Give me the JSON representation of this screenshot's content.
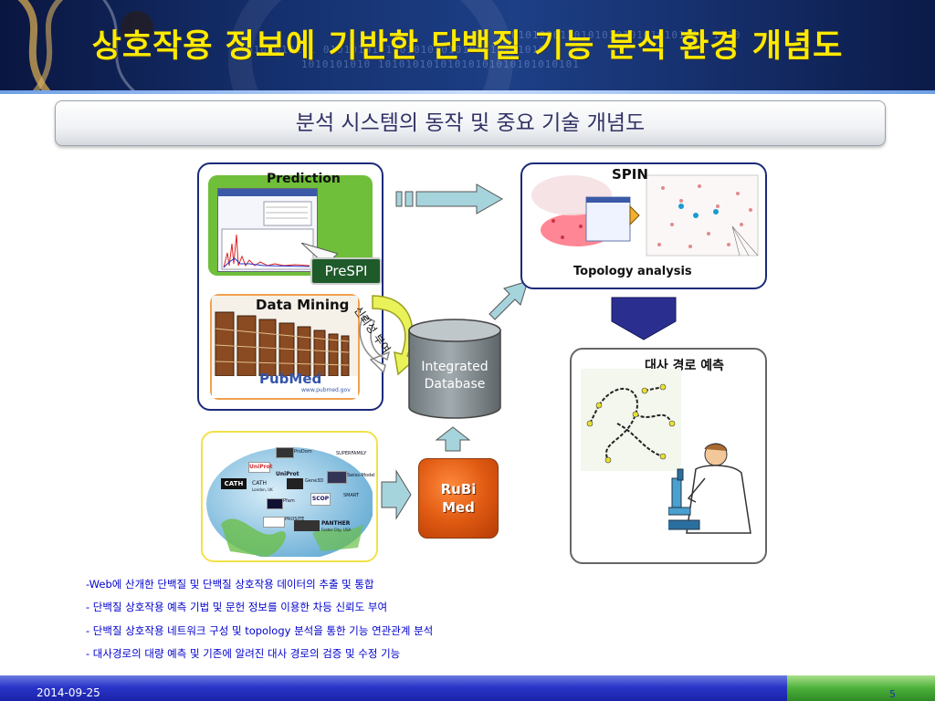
{
  "title": "상호작용 정보에 기반한 단백질 기능 분석 환경 개념도",
  "subtitle": "분석 시스템의 동작 및 중요 기술 개념도",
  "diagram": {
    "prediction_label": "Prediction",
    "prespi_label": "PreSPI",
    "datamining_label": "Data Mining",
    "pubmed_label": "PubMed",
    "pubmed_url": "www.pubmed.gov",
    "trust_label": "신뢰성 부여",
    "database_line1": "Integrated",
    "database_line2": "Database",
    "spin_label": "SPIN",
    "topology_label": "Topology analysis",
    "pathway_label": "대사 경로 예측",
    "rubimed_line1": "RuBi",
    "rubimed_line2": "Med",
    "sources": [
      "UniProt",
      "UniProt",
      "ProDom",
      "SUPERFAMILY",
      "CATH",
      "Gene3D",
      "Swiss-Model",
      "Pfam",
      "SCOP",
      "SMART",
      "PROSITE",
      "PANTHER"
    ],
    "source_places": [
      "London, UK",
      "Foster City, USA"
    ]
  },
  "bullets": [
    "-Web에 산개한 단백질 및 단백질 상호작용 데이터의 추출 및 통합",
    "- 단백질 상호작용 예측 기법 및 문헌 정보를 이용한 차등 신뢰도 부여",
    "- 단백질 상호작용 네트워크 구성 및 topology 분석을 통한 기능 연관관계 분석",
    "- 대사경로의 대량 예측 및 기존에 알려진 대사 경로의 검증 및 수정 기능"
  ],
  "footer": {
    "date": "2014-09-25",
    "page": "5"
  },
  "colors": {
    "title": "#ffea00",
    "bullets": "#0000cc",
    "panel_border": "#1c2a7a",
    "database": "#8d969a",
    "rubimed": "#e05a12",
    "arrow": "#a6d4dc",
    "down_arrow": "#2a2f8f"
  }
}
